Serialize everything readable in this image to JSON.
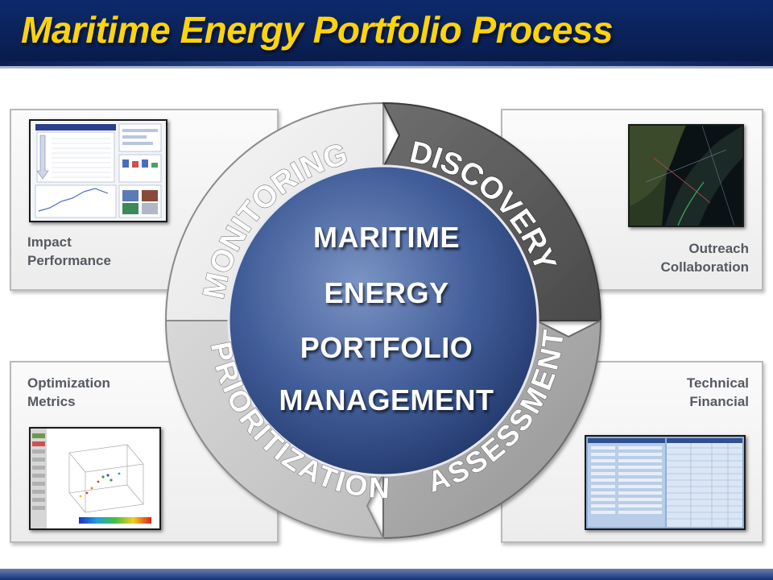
{
  "title": "Maritime Energy Portfolio Process",
  "center": {
    "line1": "MARITIME",
    "line2": "ENERGY",
    "line3": "PORTFOLIO",
    "line4": "MANAGEMENT"
  },
  "ring": {
    "monitoring": "MONITORING",
    "discovery": "DISCOVERY",
    "assessment": "ASSESSMENT",
    "prioritization": "PRIORITIZATION"
  },
  "panels": {
    "top_left": {
      "line1": "Impact",
      "line2": "Performance"
    },
    "top_right": {
      "line1": "Outreach",
      "line2": "Collaboration"
    },
    "bottom_left": {
      "line1": "Optimization",
      "line2": "Metrics"
    },
    "bottom_right": {
      "line1": "Technical",
      "line2": "Financial"
    }
  },
  "colors": {
    "title": "#ffd40a",
    "header": "#0a2158",
    "discovery": "#5e5e5e",
    "assessment": "#a8a8a8",
    "prioritization": "#c8c8c8",
    "monitoring": "#ececec",
    "hub": "#3f5a92"
  }
}
